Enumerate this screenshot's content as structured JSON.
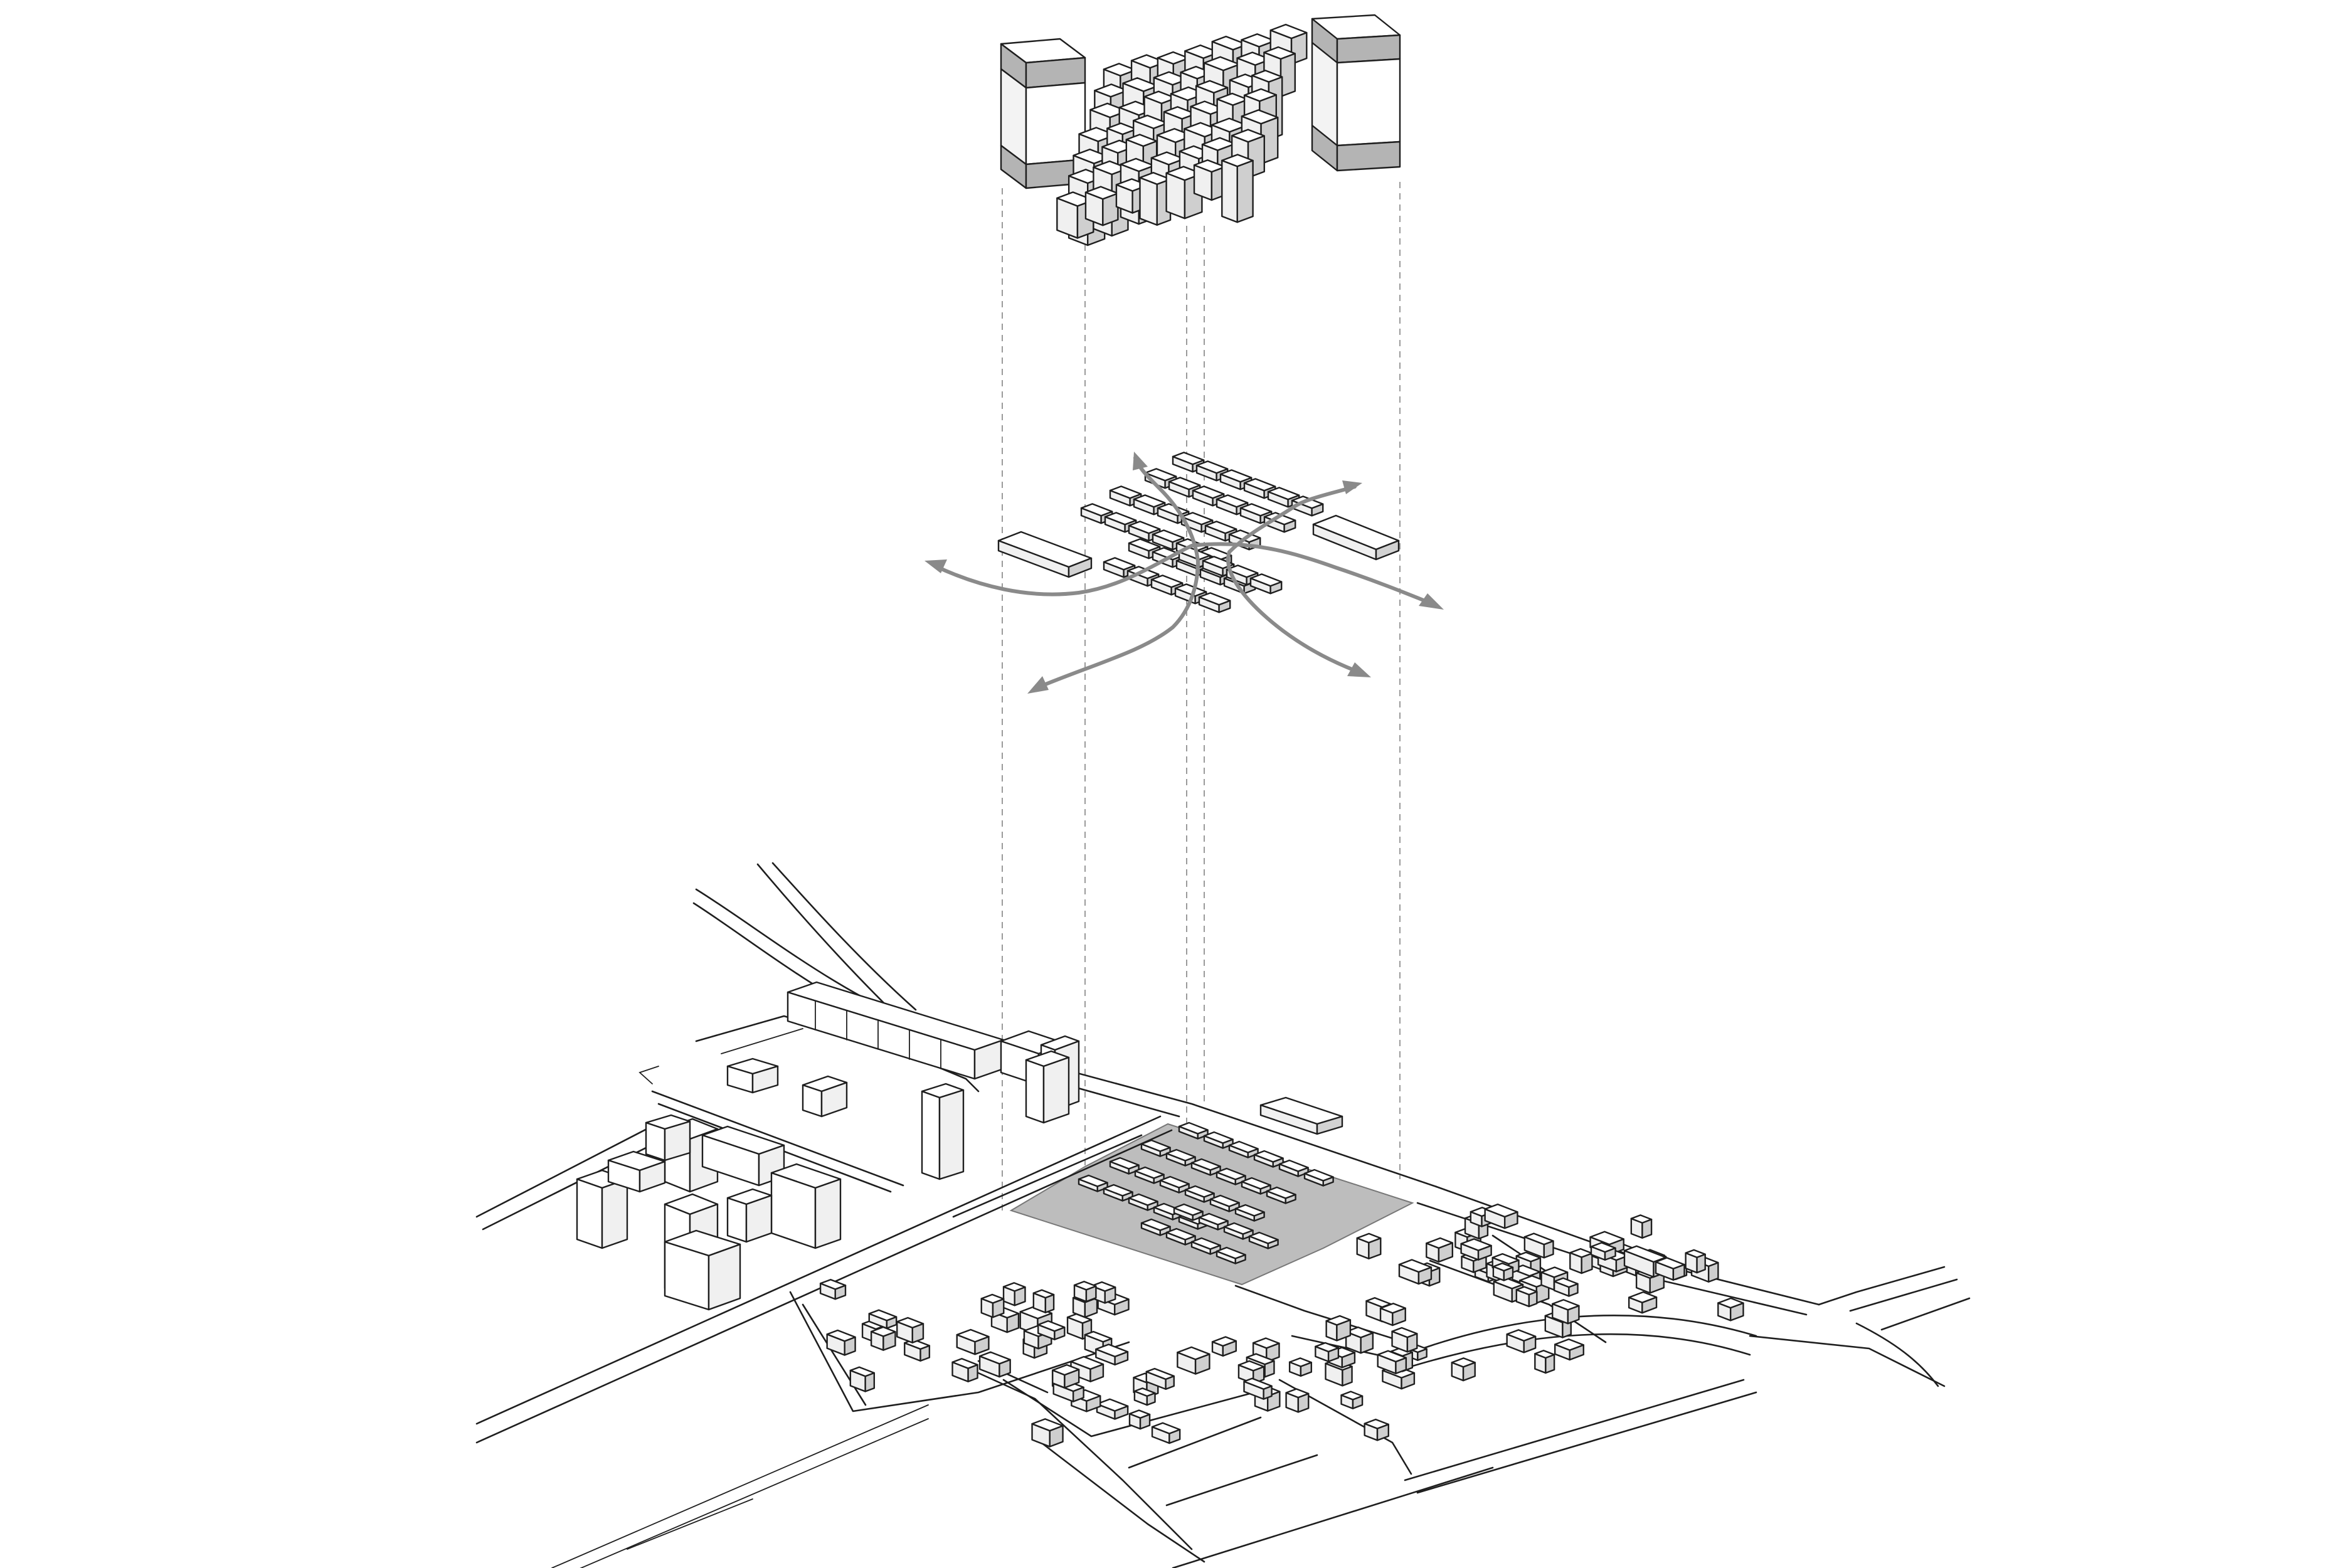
{
  "diagram": {
    "description_visible_text": "",
    "palette": {
      "line": "#1e1e1e",
      "roof": "#ffffff",
      "side_light": "#f0f0f0",
      "side_dark": "#cfcfcf",
      "band": "#b4b4b4",
      "flow_arrow": "#8a8a8a",
      "site_fill": "#bdbdbd",
      "projection_line": "#9a9a9a"
    },
    "layers": [
      {
        "id": "massing-layer",
        "label": ""
      },
      {
        "id": "circulation-layer",
        "label": ""
      },
      {
        "id": "site-context-layer",
        "label": ""
      }
    ]
  }
}
